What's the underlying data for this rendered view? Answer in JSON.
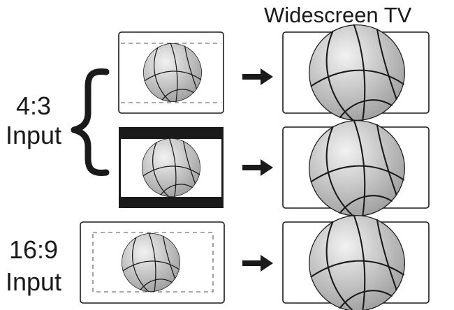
{
  "diagram": {
    "title": "Widescreen TV",
    "groups": [
      {
        "id": "4x3",
        "ratio": "4:3",
        "word": "Input"
      },
      {
        "id": "16x9",
        "ratio": "16:9",
        "word": "Input"
      }
    ],
    "colors": {
      "stroke": "#1a1a1a",
      "ball_light": "#f2f2f2",
      "ball_dark": "#9c9c9c",
      "bar": "#1a1a1a",
      "dashed": "#555555"
    },
    "icons": [
      "basketball-icon",
      "arrow-right-icon",
      "curly-brace-icon"
    ]
  }
}
